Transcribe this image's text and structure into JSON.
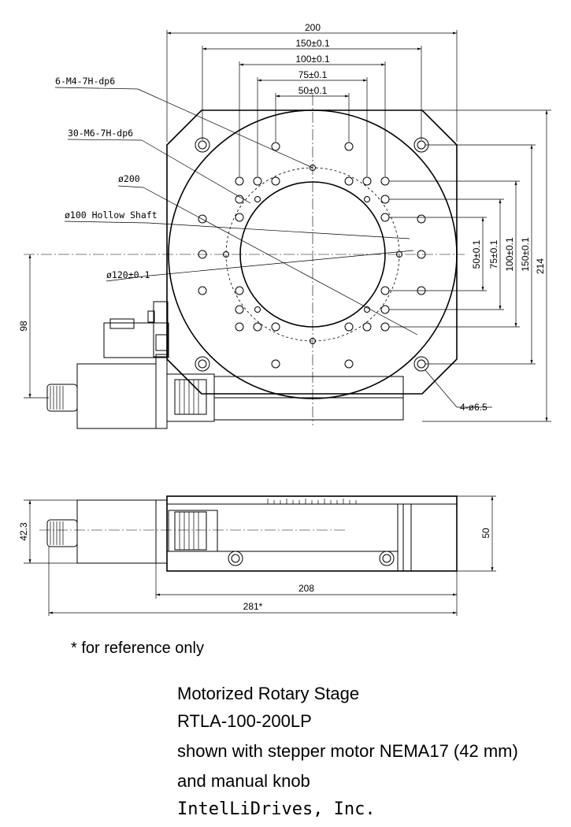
{
  "top_view": {
    "dimensions": {
      "width_200": "200",
      "hole_150": "150±0.1",
      "hole_100": "100±0.1",
      "hole_75": "75±0.1",
      "hole_50": "50±0.1",
      "height_214": "214",
      "vert_150": "150±0.1",
      "vert_100": "100±0.1",
      "vert_75": "75±0.1",
      "vert_50": "50±0.1",
      "offset_98": "98"
    },
    "callouts": {
      "m4_holes": "6-M4-7H-dp6",
      "m6_holes": "30-M6-7H-dp6",
      "dia_200": "ø200",
      "hollow_shaft": "ø100 Hollow Shaft",
      "dia_120": "ø120±0.1",
      "mount_holes": "4-ø6.5"
    }
  },
  "side_view": {
    "dimensions": {
      "height_42": "42.3",
      "height_50": "50",
      "length_208": "208",
      "length_281": "281*"
    }
  },
  "notes": {
    "reference": "* for reference only"
  },
  "title_block": {
    "line1": "Motorized Rotary Stage",
    "line2": "RTLA-100-200LP",
    "line3": "shown with stepper motor NEMA17 (42 mm)",
    "line4": "and manual knob",
    "company": "IntelLiDrives, Inc."
  }
}
